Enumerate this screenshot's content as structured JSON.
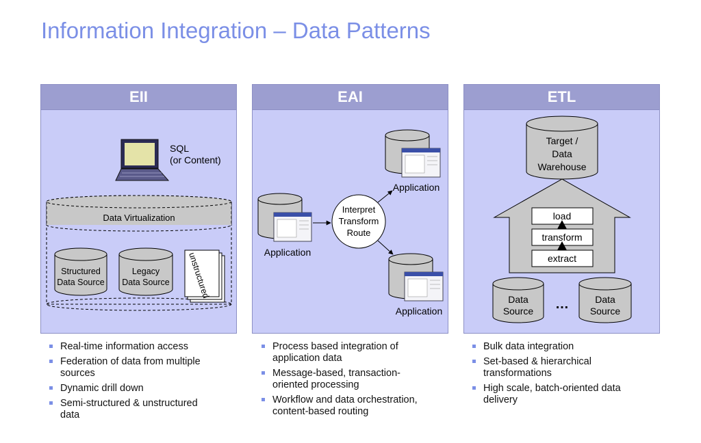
{
  "title": "Information Integration – Data Patterns",
  "panels": {
    "eii": {
      "header": "EII",
      "sql_line1": "SQL",
      "sql_line2": "(or Content)",
      "virtualization": "Data Virtualization",
      "structured_line1": "Structured",
      "structured_line2": "Data Source",
      "legacy_line1": "Legacy",
      "legacy_line2": "Data Source",
      "unstructured": "unstructured"
    },
    "eai": {
      "header": "EAI",
      "hub_line1": "Interpret",
      "hub_line2": "Transform",
      "hub_line3": "Route",
      "app_left": "Application",
      "app_top": "Application",
      "app_bottom": "Application"
    },
    "etl": {
      "header": "ETL",
      "target_line1": "Target /",
      "target_line2": "Data",
      "target_line3": "Warehouse",
      "load": "load",
      "transform": "transform",
      "extract": "extract",
      "source1_line1": "Data",
      "source1_line2": "Source",
      "ellipsis": "…",
      "source2_line1": "Data",
      "source2_line2": "Source"
    }
  },
  "bullets": {
    "eii": [
      [
        "Real-time information access"
      ],
      [
        "Federation of data from multiple",
        "sources"
      ],
      [
        "Dynamic drill down"
      ],
      [
        "Semi-structured & unstructured",
        "data"
      ]
    ],
    "eai": [
      [
        "Process based integration of",
        "application data"
      ],
      [
        "Message-based, transaction-",
        "oriented processing"
      ],
      [
        "Workflow and data orchestration,",
        "content-based routing"
      ]
    ],
    "etl": [
      [
        "Bulk data integration"
      ],
      [
        "Set-based & hierarchical",
        "transformations"
      ],
      [
        "High scale, batch-oriented data",
        "delivery"
      ]
    ]
  },
  "colors": {
    "title": "#7b8fe6",
    "panel_bg": "#c9ccf8",
    "panel_header": "#9c9ed0",
    "cylinder": "#c8c8c8",
    "bullet": "#7b8fe6"
  }
}
